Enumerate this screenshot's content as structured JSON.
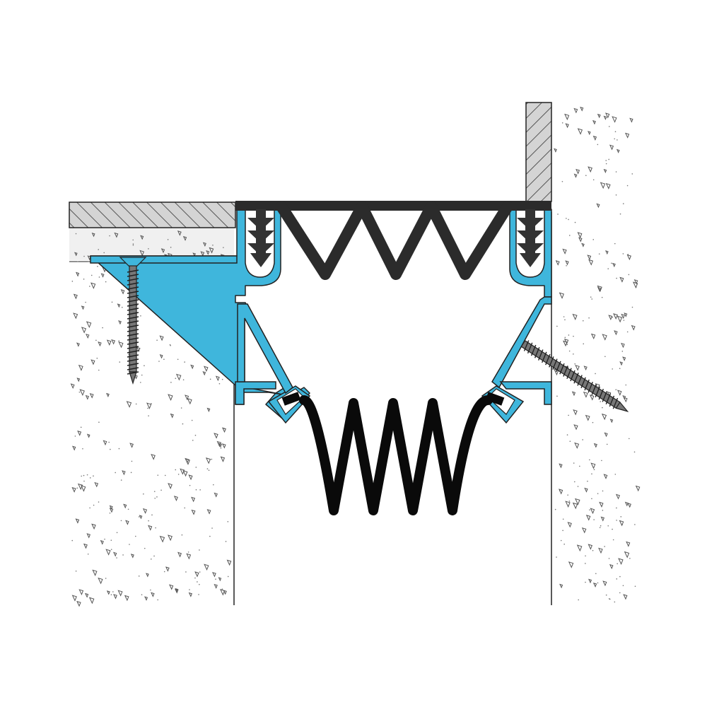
{
  "diagram": {
    "description_text": "",
    "colors": {
      "background": "#ffffff",
      "concrete": "#ececec",
      "speckle": "#555555",
      "tile": "#d4d4d4",
      "hatch": "#555555",
      "profile": "#3fb6dc",
      "outline": "#222222",
      "seal": "#2b2b2b",
      "membrane": "#0a0a0a"
    },
    "parts": [
      "left-substrate",
      "right-substrate",
      "left-tile-covering",
      "right-tile-covering",
      "left-aluminium-profile",
      "right-aluminium-profile",
      "top-bellows-seal",
      "bottom-bellows-membrane",
      "left-screw-icon",
      "right-screw-icon",
      "left-insert-anchor",
      "right-insert-anchor"
    ]
  }
}
